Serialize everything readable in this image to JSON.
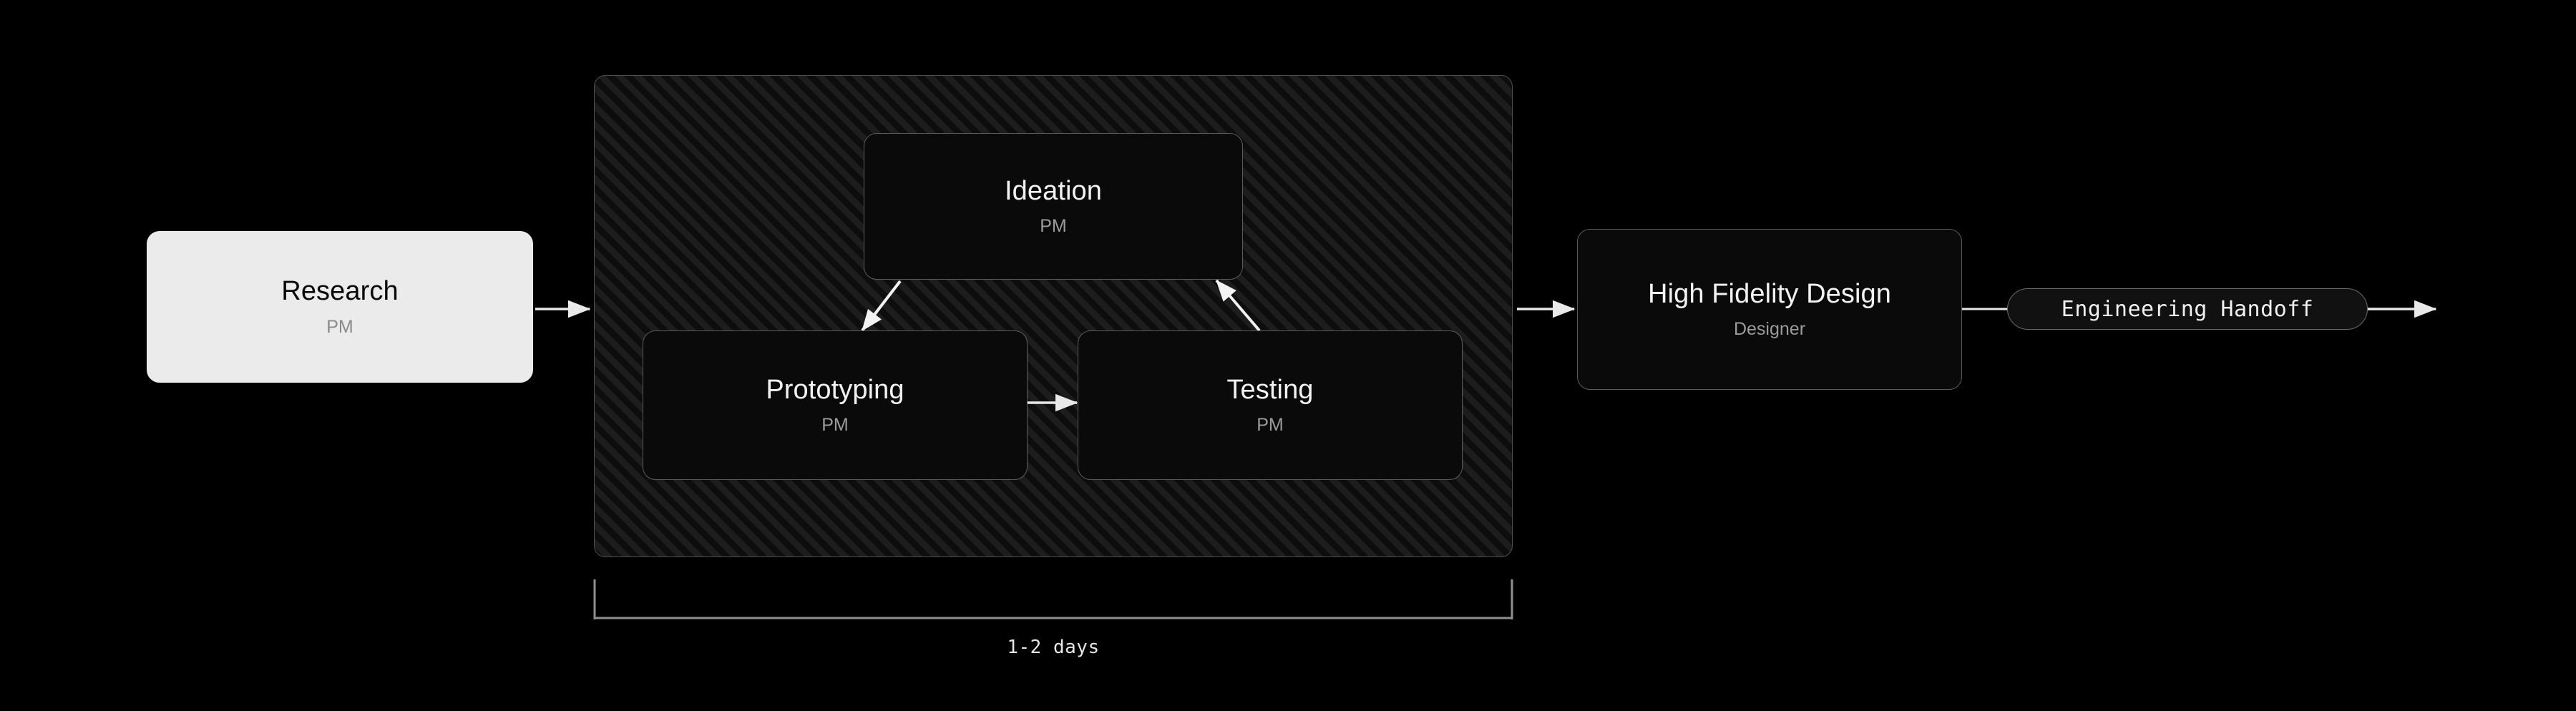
{
  "diagram": {
    "background_color": "#000000",
    "edge_color": "#e9e9e9",
    "group_border_color": "#4f4f4f",
    "group_fill_color": "#0d0d0d",
    "node_dark_fill": "#0a0a0a",
    "node_dark_border": "#5c5c5c",
    "node_light_fill": "#ebebeb",
    "subtitle_color": "#9b9b9b",
    "measure_color": "#8f8f8f"
  },
  "nodes": {
    "research": {
      "title": "Research",
      "subtitle": "PM"
    },
    "ideation": {
      "title": "Ideation",
      "subtitle": "PM"
    },
    "prototyping": {
      "title": "Prototyping",
      "subtitle": "PM"
    },
    "testing": {
      "title": "Testing",
      "subtitle": "PM"
    },
    "high_fidelity_design": {
      "title": "High Fidelity Design",
      "subtitle": "Designer"
    },
    "engineering_handoff": {
      "label": "Engineering Handoff"
    }
  },
  "measure": {
    "label": "1-2 days"
  }
}
